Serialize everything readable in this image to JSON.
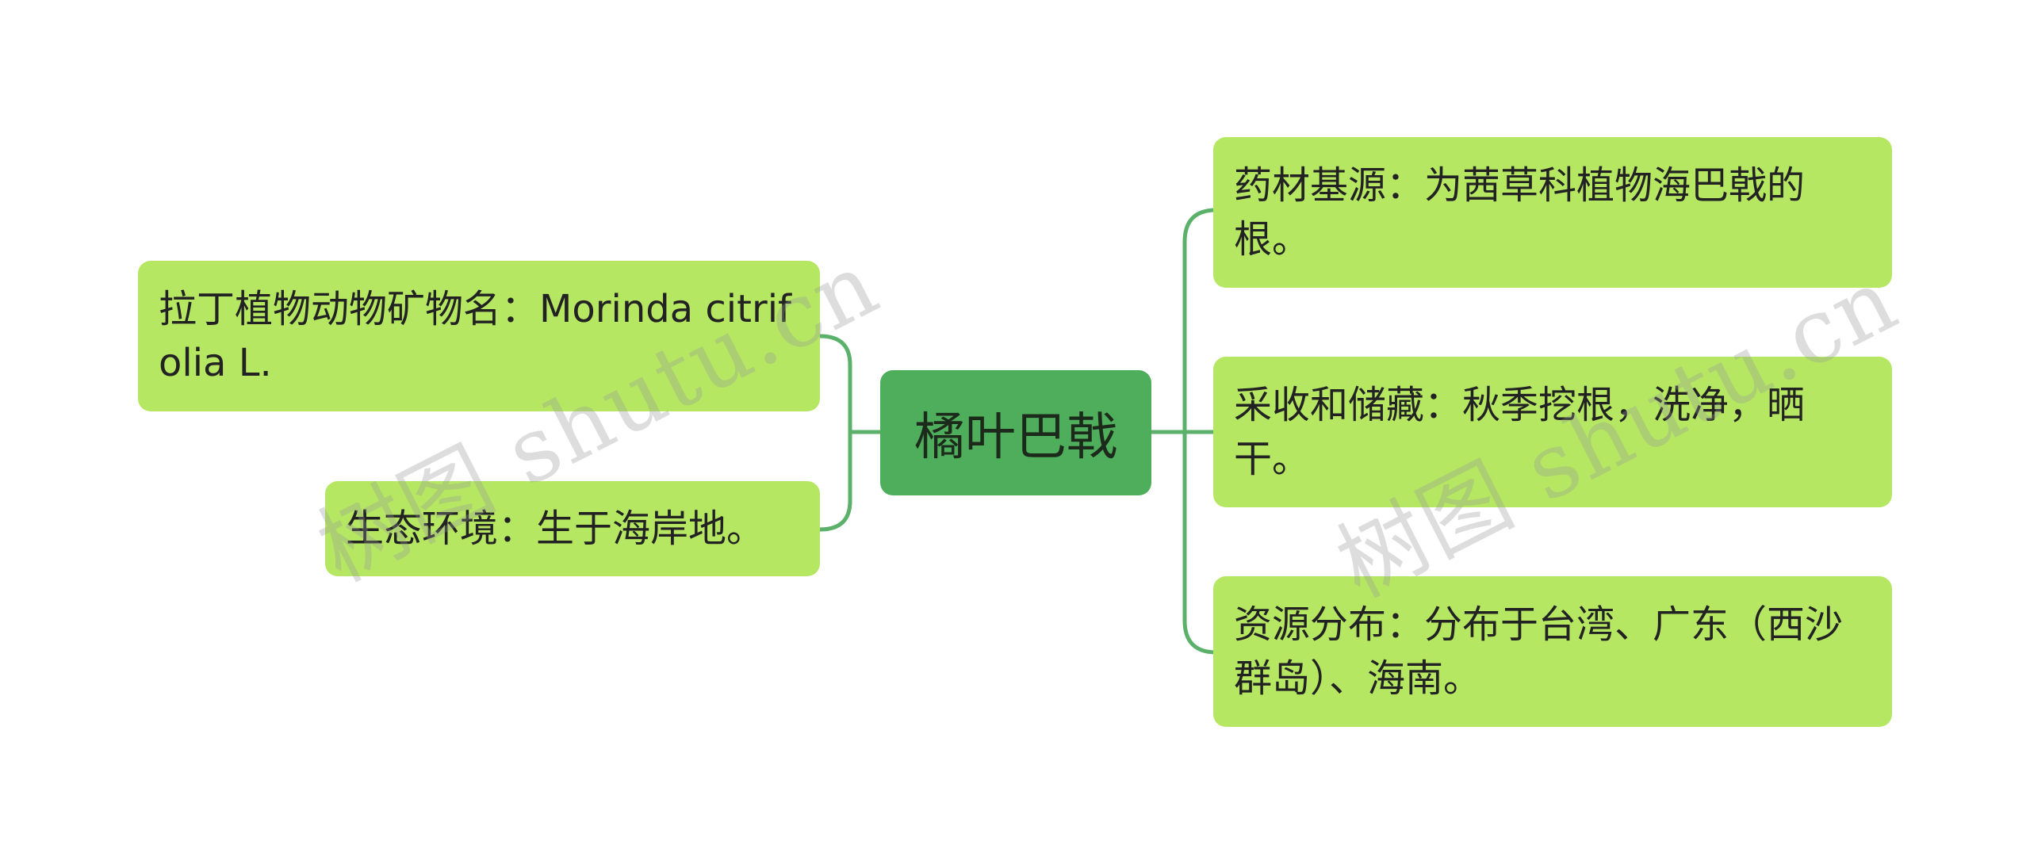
{
  "colors": {
    "root_fill": "#4fae5c",
    "node_fill": "#b5e763",
    "connector": "#5bb06a",
    "text": "#222222",
    "background": "#ffffff"
  },
  "root": {
    "label": "橘叶巴戟"
  },
  "left_branches": [
    {
      "label": "拉丁植物动物矿物名：Morinda citrifolia L."
    },
    {
      "label": "生态环境：生于海岸地。"
    }
  ],
  "right_branches": [
    {
      "label": "药材基源：为茜草科植物海巴戟的根。"
    },
    {
      "label": "采收和储藏：秋季挖根，洗净，晒干。"
    },
    {
      "label": "资源分布：分布于台湾、广东（西沙群岛）、海南。"
    }
  ],
  "watermarks": [
    {
      "label": "树图 shutu.cn"
    },
    {
      "label": "树图 shutu.cn"
    }
  ]
}
